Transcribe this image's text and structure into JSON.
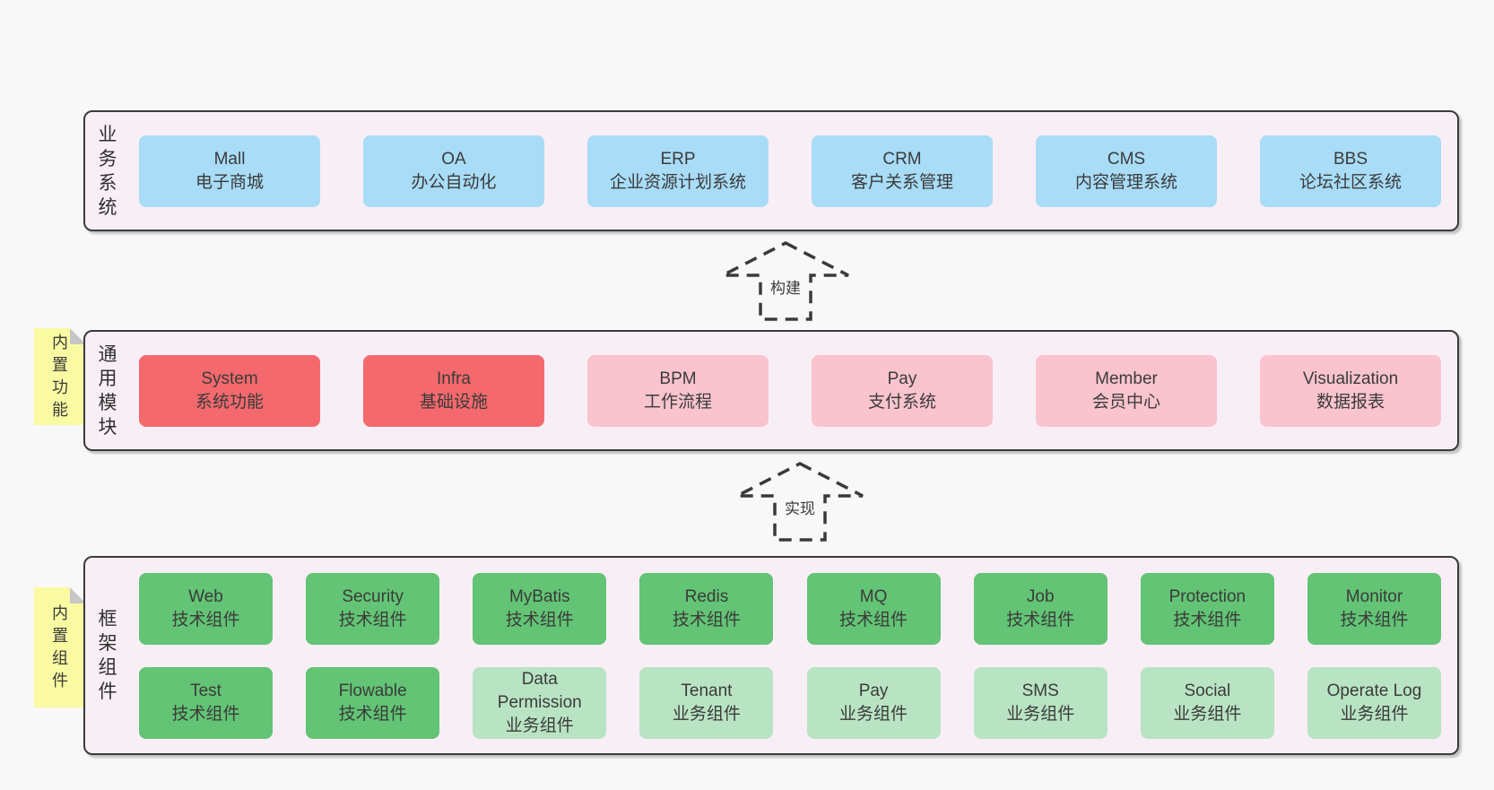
{
  "palette": {
    "page_bg": "#f8f8f8",
    "panel_bg": "#f8eef6",
    "panel_border": "#3b3b3b",
    "blue": "#a8dcf7",
    "red": "#f4696d",
    "pink": "#f9c4ce",
    "green": "#62c474",
    "green_light": "#b9e4c3",
    "note_yellow": "#fafaa2",
    "note_fold": "#c6c6c6",
    "text": "#3b3b3b"
  },
  "arrows": [
    {
      "label": "构建"
    },
    {
      "label": "实现"
    }
  ],
  "notes": [
    {
      "label": "内置功能"
    },
    {
      "label": "内置组件"
    }
  ],
  "layers": [
    {
      "label": "业务系统",
      "rows": [
        [
          {
            "title": "Mall",
            "desc": "电子商城",
            "color": "blue"
          },
          {
            "title": "OA",
            "desc": "办公自动化",
            "color": "blue"
          },
          {
            "title": "ERP",
            "desc": "企业资源计划系统",
            "color": "blue"
          },
          {
            "title": "CRM",
            "desc": "客户关系管理",
            "color": "blue"
          },
          {
            "title": "CMS",
            "desc": "内容管理系统",
            "color": "blue"
          },
          {
            "title": "BBS",
            "desc": "论坛社区系统",
            "color": "blue"
          }
        ]
      ]
    },
    {
      "label": "通用模块",
      "rows": [
        [
          {
            "title": "System",
            "desc": "系统功能",
            "color": "red"
          },
          {
            "title": "Infra",
            "desc": "基础设施",
            "color": "red"
          },
          {
            "title": "BPM",
            "desc": "工作流程",
            "color": "pink"
          },
          {
            "title": "Pay",
            "desc": "支付系统",
            "color": "pink"
          },
          {
            "title": "Member",
            "desc": "会员中心",
            "color": "pink"
          },
          {
            "title": "Visualization",
            "desc": "数据报表",
            "color": "pink"
          }
        ]
      ]
    },
    {
      "label": "框架组件",
      "rows": [
        [
          {
            "title": "Web",
            "desc": "技术组件",
            "color": "green"
          },
          {
            "title": "Security",
            "desc": "技术组件",
            "color": "green"
          },
          {
            "title": "MyBatis",
            "desc": "技术组件",
            "color": "green"
          },
          {
            "title": "Redis",
            "desc": "技术组件",
            "color": "green"
          },
          {
            "title": "MQ",
            "desc": "技术组件",
            "color": "green"
          },
          {
            "title": "Job",
            "desc": "技术组件",
            "color": "green"
          },
          {
            "title": "Protection",
            "desc": "技术组件",
            "color": "green"
          },
          {
            "title": "Monitor",
            "desc": "技术组件",
            "color": "green"
          }
        ],
        [
          {
            "title": "Test",
            "desc": "技术组件",
            "color": "green"
          },
          {
            "title": "Flowable",
            "desc": "技术组件",
            "color": "green"
          },
          {
            "title": "Data Permission",
            "desc": "业务组件",
            "color": "green-light"
          },
          {
            "title": "Tenant",
            "desc": "业务组件",
            "color": "green-light"
          },
          {
            "title": "Pay",
            "desc": "业务组件",
            "color": "green-light"
          },
          {
            "title": "SMS",
            "desc": "业务组件",
            "color": "green-light"
          },
          {
            "title": "Social",
            "desc": "业务组件",
            "color": "green-light"
          },
          {
            "title": "Operate Log",
            "desc": "业务组件",
            "color": "green-light"
          }
        ]
      ]
    }
  ]
}
